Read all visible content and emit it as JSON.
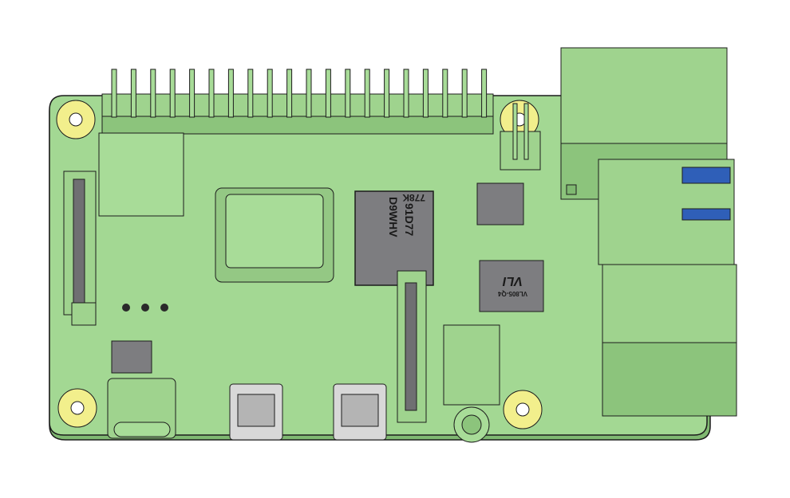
{
  "colors": {
    "board": "#a3d893",
    "board_edge": "#7fb871",
    "component_green": "#9fd38e",
    "chip_gray": "#7d7d80",
    "mount_hole_ring": "#f2ef8c",
    "usb_blue": "#2f5fb8",
    "outline": "#1c1c1c"
  },
  "soc_memory_chip": {
    "line1": "778K",
    "line2": "91D77",
    "line3": "D9WHV"
  },
  "usb_controller_chip": {
    "part": "VL805-Q4",
    "logo": "VLI"
  },
  "gpio_header": {
    "pin_columns": 20
  }
}
